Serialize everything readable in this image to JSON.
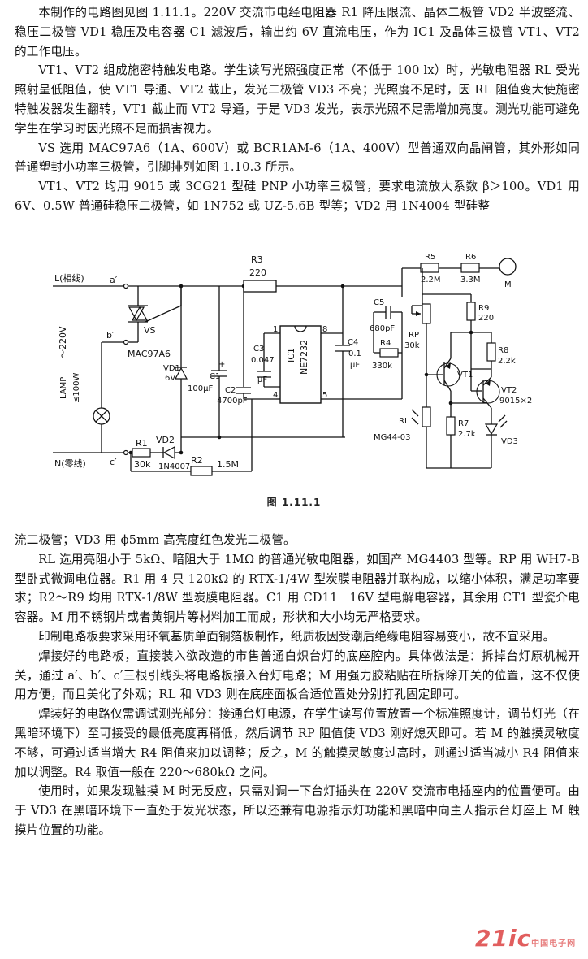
{
  "top_paragraphs": [
    "本制作的电路图见图 1.11.1。220V 交流市电经电阻器 R1 降压限流、晶体二极管 VD2 半波整流、稳压二极管 VD1 稳压及电容器 C1 滤波后，输出约 6V 直流电压，作为 IC1 及晶体三极管 VT1、VT2 的工作电压。",
    "VT1、VT2 组成施密特触发电路。学生读写光照强度正常（不低于 100 lx）时，光敏电阻器 RL 受光照射呈低阻值，使 VT1 导通、VT2 截止，发光二极管 VD3 不亮；光照度不足时，因 RL 阻值变大使施密特触发器发生翻转，VT1 截止而 VT2 导通，于是 VD3 发光，表示光照不足需增加亮度。测光功能可避免学生在学习时因光照不足而损害视力。",
    "VS 选用 MAC97A6（1A、600V）或 BCR1AM-6（1A、400V）型普通双向晶闸管，其外形如同普通塑封小功率三极管，引脚排列如图 1.10.3 所示。",
    "VT1、VT2 均用 9015 或 3CG21 型硅 PNP 小功率三极管，要求电流放大系数 β＞100。VD1 用 6V、0.5W 普通硅稳压二极管，如 1N752 或 UZ-5.6B 型等；VD2 用 1N4004 型硅整"
  ],
  "figure_caption": "图 1.11.1",
  "diagram_labels": {
    "line_live": "L(相线)",
    "line_neutral": "N(零线)",
    "node_a": "a′",
    "node_b": "b′",
    "node_c": "c′",
    "mains": "～220V",
    "lamp": "LAMP",
    "lamp_power": "≤100W",
    "vs": "VS",
    "vs_model": "MAC97A6",
    "r1": "R1",
    "r1_val": "30k",
    "vd2": "VD2",
    "vd2_model": "1N4007",
    "r2": "R2",
    "r2_val": "1.5M",
    "r3": "R3",
    "r3_val": "220",
    "vd1": "VD1",
    "vd1_val": "6V",
    "c1": "C1",
    "c1_val": "100μF",
    "c1_plus": "+",
    "c2": "C2",
    "c2_val": "4700pF",
    "c3": "C3",
    "c3_val": "0.047",
    "c3_unit": "μF",
    "c4": "C4",
    "c4_val": "0.1",
    "c4_unit": "μF",
    "ic1": "IC1",
    "ic1_model": "NE7232",
    "pin1": "1",
    "pin4": "4",
    "pin5": "5",
    "pin8": "8",
    "c5": "C5",
    "c5_val": "680pF",
    "r4": "R4",
    "r4_val": "330k",
    "rp": "RP",
    "rp_val": "30k",
    "r5": "R5",
    "r5_val": "2.2M",
    "r6": "R6",
    "r6_val": "3.3M",
    "m": "M",
    "r9": "R9",
    "r9_val": "220",
    "r8": "R8",
    "r8_val": "2.2k",
    "vt1": "VT1",
    "vt2": "VT2",
    "vt_model": "9015×2",
    "rl": "RL",
    "rl_model": "MG44-03",
    "r7": "R7",
    "r7_val": "2.7k",
    "vd3": "VD3"
  },
  "bottom_paragraphs": [
    {
      "text": "流二极管；VD3 用 ϕ5mm 高亮度红色发光二极管。",
      "indent": false
    },
    {
      "text": "RL 选用亮阻小于 5kΩ、暗阻大于 1MΩ 的普通光敏电阻器，如国产 MG4403 型等。RP 用 WH7-B 型卧式微调电位器。R1 用 4 只 120kΩ 的 RTX-1/4W 型炭膜电阻器并联构成，以缩小体积，满足功率要求；R2～R9 均用 RTX-1/8W 型炭膜电阻器。C1 用 CD11－16V 型电解电容器，其余用 CT1 型瓷介电容器。M 用不锈钢片或者黄铜片等材料加工而成，形状和大小均无严格要求。",
      "indent": true
    },
    {
      "text": "印制电路板要求采用环氧基质单面铜箔板制作，纸质板因受潮后绝缘电阻容易变小，故不宜采用。",
      "indent": true
    },
    {
      "text": "焊接好的电路板，直接装入欲改造的市售普通白炽台灯的底座腔内。具体做法是：拆掉台灯原机械开关，通过 a′、b′、c′三根引线头将电路板接入台灯电路；M 用强力胶粘贴在所拆除开关的位置，这不仅使用方便，而且美化了外观；RL 和 VD3 则在底座面板合适位置处分别打孔固定即可。",
      "indent": true
    },
    {
      "text": "焊装好的电路仅需调试测光部分：接通台灯电源，在学生读写位置放置一个标准照度计，调节灯光（在黑暗环境下）至可接受的最低亮度再稍低，然后调节 RP 阻值使 VD3 刚好熄灭即可。若 M 的触摸灵敏度不够，可通过适当增大 R4 阻值来加以调整；反之，M 的触摸灵敏度过高时，则通过适当减小 R4 阻值来加以调整。R4 取值一般在 220～680kΩ 之间。",
      "indent": true
    },
    {
      "text": "使用时，如果发现触摸 M 时无反应，只需对调一下台灯插头在 220V 交流市电插座内的位置便可。由于 VD3 在黑暗环境下一直处于发光状态，所以还兼有电源指示灯功能和黑暗中向主人指示台灯座上 M 触摸片位置的功能。",
      "indent": true
    }
  ],
  "watermark": {
    "main": "21ic",
    "sub": "中国电子网"
  }
}
